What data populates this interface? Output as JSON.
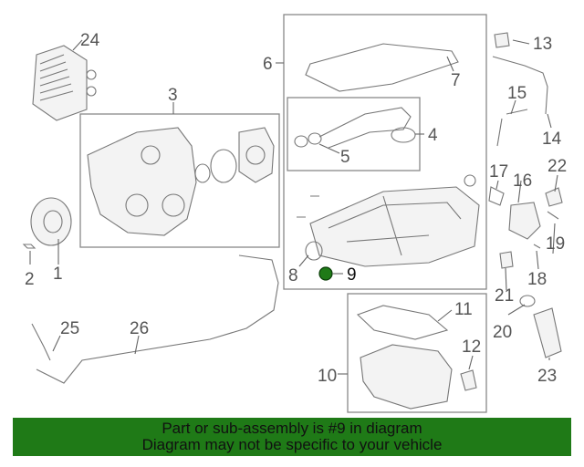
{
  "callouts": [
    "1",
    "2",
    "3",
    "4",
    "5",
    "6",
    "7",
    "8",
    "9",
    "10",
    "11",
    "12",
    "13",
    "14",
    "15",
    "16",
    "17",
    "18",
    "19",
    "20",
    "21",
    "22",
    "23",
    "24",
    "25",
    "26"
  ],
  "highlight": {
    "part_number": "9",
    "color": "#1f7a17"
  },
  "banner": {
    "line1": "Part or sub-assembly is #9 in diagram",
    "line2": "Diagram may not be specific to your vehicle",
    "background": "#1f7a17"
  }
}
